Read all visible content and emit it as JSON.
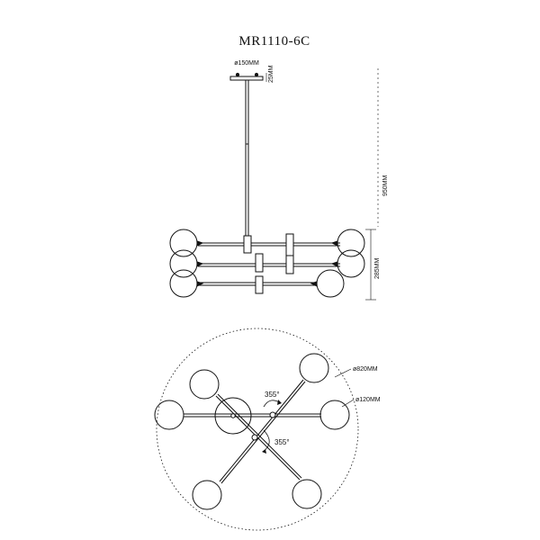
{
  "drawing": {
    "model": "MR1110-6C",
    "dim_canopy_diameter": "ø150MM",
    "dim_canopy_height": "25MM",
    "dim_total_height": "950MM",
    "dim_body_height": "285MM",
    "dim_overall_diameter": "ø820MM",
    "dim_shade_diameter": "ø120MM",
    "rotation_upper": "355°",
    "rotation_lower": "355°"
  }
}
